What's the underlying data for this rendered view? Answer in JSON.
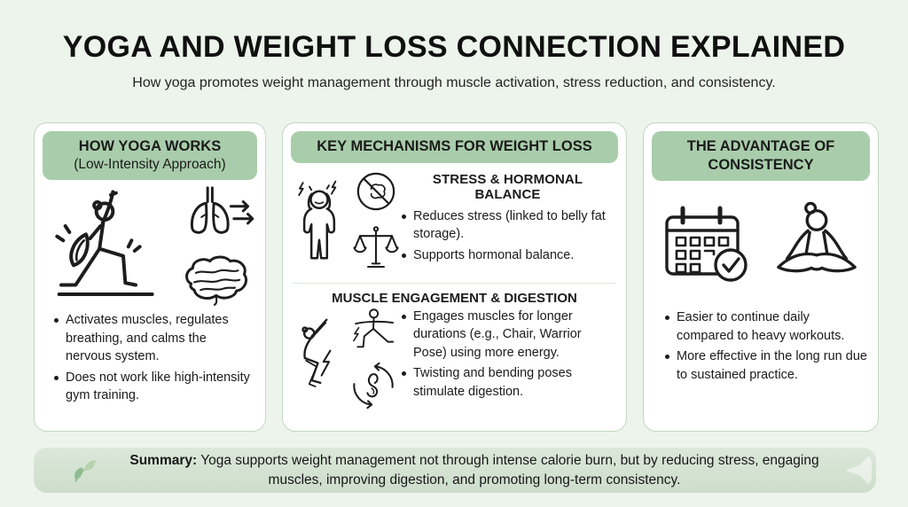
{
  "page": {
    "title": "YOGA AND WEIGHT LOSS CONNECTION EXPLAINED",
    "subtitle": "How yoga promotes weight management through muscle activation, stress reduction, and consistency."
  },
  "colors": {
    "page_bg": "#edf4ec",
    "card_bg": "#ffffff",
    "card_border": "#c2d6c2",
    "header_bg": "#a9cdab",
    "summary_bg": "#dce8da",
    "text": "#1b1b1b",
    "leaf_dark": "#8fbc8f",
    "leaf_light": "#b6d3ae"
  },
  "cards": [
    {
      "header_line1": "HOW YOGA WORKS",
      "header_line2": "(Low-Intensity Approach)",
      "icons": [
        "yoga-warrior-pose-icon",
        "lungs-breathing-icon",
        "brain-icon"
      ],
      "bullets": [
        "Activates muscles, regulates breathing, and calms the nervous system.",
        "Does not work like high-intensity gym training."
      ]
    },
    {
      "header": "KEY MECHANISMS FOR WEIGHT LOSS",
      "sections": [
        {
          "title": "STRESS & HORMONAL BALANCE",
          "icons": [
            "stressed-person-icon",
            "no-junk-food-icon",
            "balance-scale-icon"
          ],
          "bullets": [
            "Reduces stress (linked to belly fat storage).",
            "Supports hormonal balance."
          ]
        },
        {
          "title": "MUSCLE ENGAGEMENT & DIGESTION",
          "icons": [
            "chair-pose-icon",
            "warrior-pose-energy-icon",
            "digestion-stomach-icon"
          ],
          "bullets": [
            "Engages muscles for longer durations (e.g., Chair, Warrior Pose) using more energy.",
            "Twisting and bending poses stimulate digestion."
          ]
        }
      ]
    },
    {
      "header": "THE ADVANTAGE OF CONSISTENCY",
      "icons": [
        "calendar-check-icon",
        "meditation-pose-icon"
      ],
      "bullets": [
        "Easier to continue daily compared to heavy workouts.",
        "More effective in the long run due to sustained practice."
      ]
    }
  ],
  "summary": {
    "label": "Summary:",
    "text": "Yoga supports weight management not through intense calorie burn, but by reducing stress, engaging muscles, improving digestion, and promoting long-term consistency.",
    "icon": "leaf-icon"
  }
}
